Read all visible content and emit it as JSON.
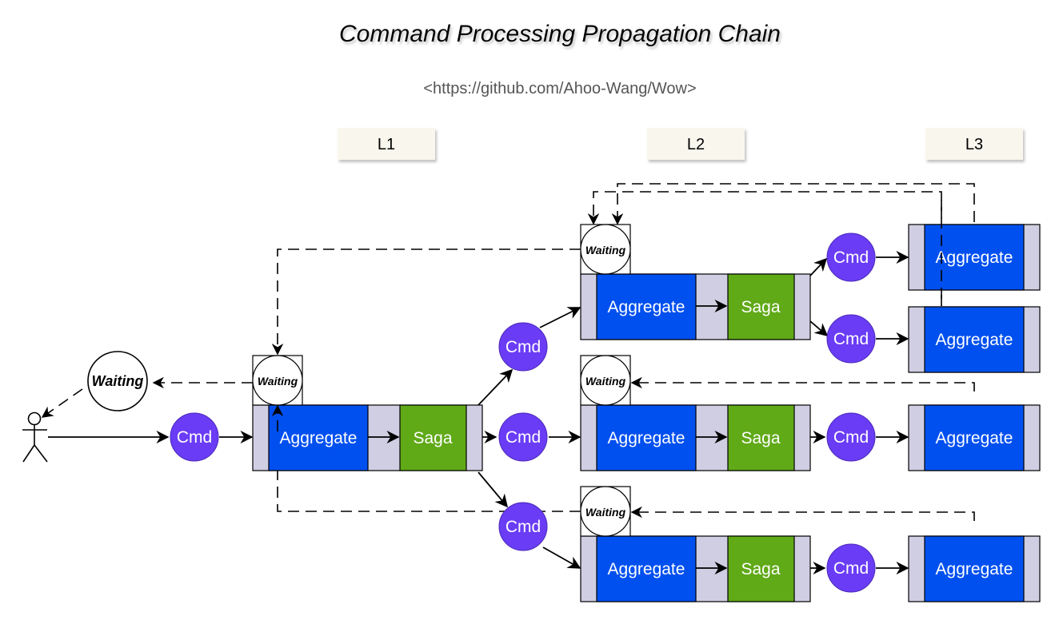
{
  "title": "Command Processing Propagation Chain",
  "subtitle": "<https://github.com/Ahoo-Wang/Wow>",
  "levels": [
    "L1",
    "L2",
    "L3"
  ],
  "labels": {
    "cmd": "Cmd",
    "aggregate": "Aggregate",
    "saga": "Saga",
    "waiting": "Waiting"
  },
  "colors": {
    "aggregate": "#0050ef",
    "saga": "#60a917",
    "cmd": "#6a3cf5",
    "container": "#d0cee2",
    "level_bg": "#f9f7ed"
  }
}
